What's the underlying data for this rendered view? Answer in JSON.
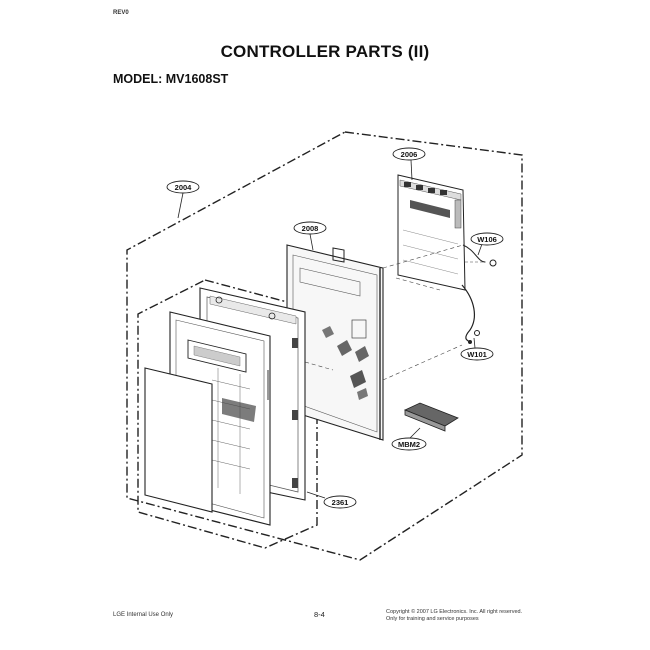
{
  "header": {
    "corner_mark": "REV0",
    "title": "CONTROLLER PARTS (II)",
    "model": "MODEL: MV1608ST"
  },
  "callouts": {
    "c2004": "2004",
    "c2006": "2006",
    "c2008": "2008",
    "w106": "W106",
    "w101": "W101",
    "mbm2": "MBM2",
    "c2361": "2361"
  },
  "footer": {
    "left": "LGE Internal Use Only",
    "center": "8-4",
    "right_line1": "Copyright © 2007 LG Electronics. Inc. All right reserved.",
    "right_line2": "Only for training and service purposes"
  }
}
